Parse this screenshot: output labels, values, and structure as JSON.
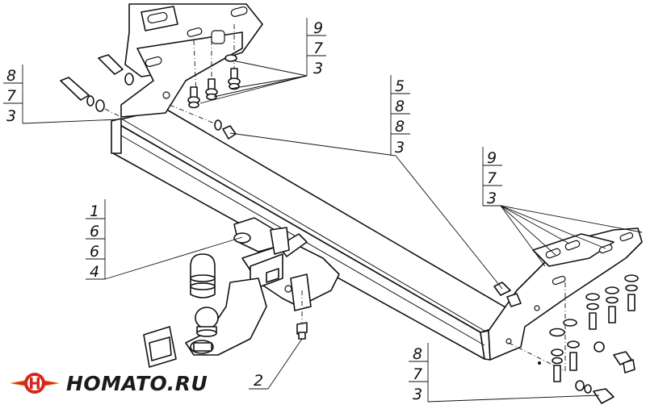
{
  "brand": {
    "name": "HOMATO.RU",
    "logo_icon": "homato-logo-icon"
  },
  "callouts": [
    {
      "id": "top-left",
      "labels": [
        "8",
        "7",
        "3"
      ]
    },
    {
      "id": "top-center",
      "labels": [
        "9",
        "7",
        "3"
      ]
    },
    {
      "id": "center",
      "labels": [
        "5",
        "8",
        "8",
        "3"
      ]
    },
    {
      "id": "right",
      "labels": [
        "9",
        "7",
        "3"
      ]
    },
    {
      "id": "left-ball",
      "labels": [
        "1",
        "6",
        "6",
        "4"
      ]
    },
    {
      "id": "bottom-bolt",
      "labels": [
        "2"
      ]
    },
    {
      "id": "bottom-right",
      "labels": [
        "8",
        "7",
        "3"
      ]
    }
  ],
  "colors": {
    "line": "#111111",
    "logo_red": "#d7261e",
    "logo_orange": "#f08a1c",
    "background": "#ffffff"
  }
}
